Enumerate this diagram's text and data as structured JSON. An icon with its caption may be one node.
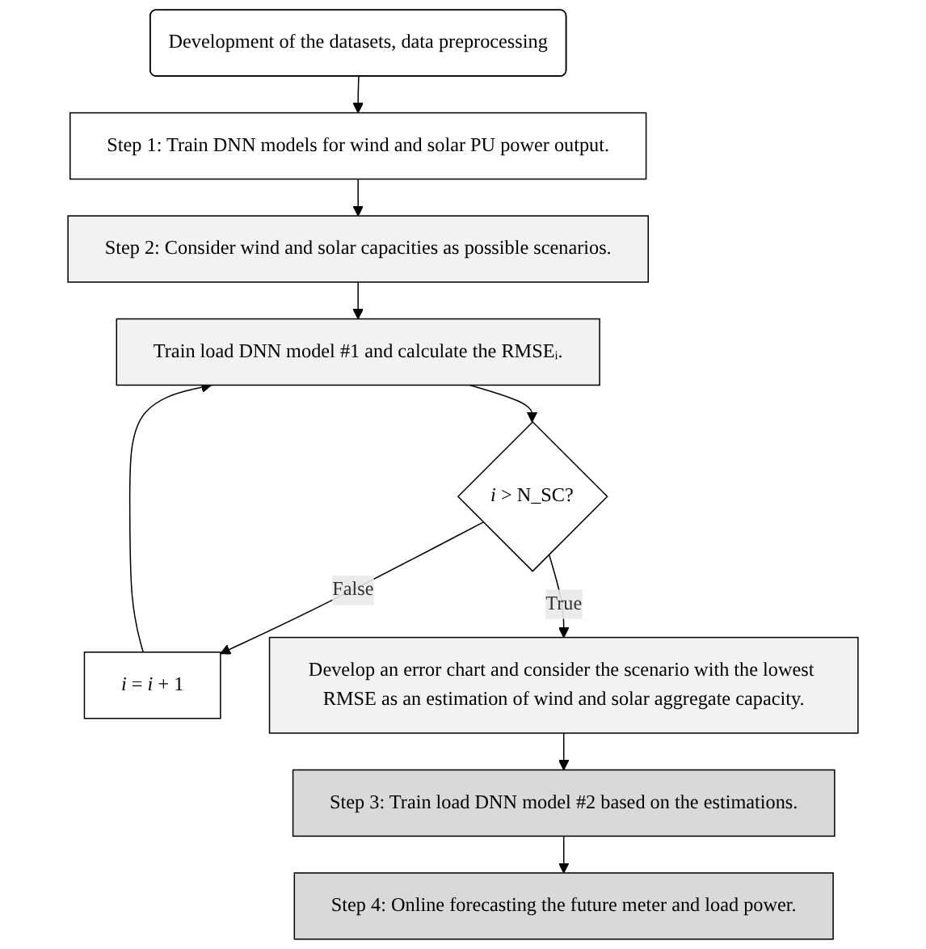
{
  "diagram": {
    "nodes": [
      {
        "text": [
          "Development of the datasets, data preprocessing"
        ]
      },
      {
        "text": [
          "Step 1: Train DNN models for wind and solar PU power output."
        ]
      },
      {
        "text": [
          "Step 2: Consider wind and solar capacities as possible scenarios."
        ]
      },
      {
        "text": [
          "Train load DNN model #1 and calculate the RMSEᵢ."
        ]
      },
      {
        "text": [
          "*i* > N_SC?"
        ]
      },
      {
        "text": [
          "*i* = *i* + 1"
        ]
      },
      {
        "text": [
          "Develop an error chart and consider the scenario with the lowest RMSE as an estimation of wind and solar aggregate capacity."
        ]
      },
      {
        "text": [
          "Step 3: Train load DNN model #2 based on the estimations."
        ]
      },
      {
        "text": [
          "Step 4: Online forecasting the future meter and load power."
        ]
      }
    ],
    "edges": [
      {
        "from": 0,
        "to": 1,
        "arrow": "to"
      },
      {
        "from": 1,
        "to": 2,
        "arrow": "to"
      },
      {
        "from": 2,
        "to": 3,
        "arrow": "to"
      },
      {
        "from": 3,
        "to": 4,
        "arrow": "to"
      },
      {
        "from": 4,
        "to": 5,
        "arrow": "to",
        "label": "False"
      },
      {
        "from": 5,
        "to": 3,
        "arrow": "to"
      },
      {
        "from": 4,
        "to": 6,
        "arrow": "to",
        "label": "True"
      },
      {
        "from": 6,
        "to": 7,
        "arrow": "to"
      },
      {
        "from": 7,
        "to": 8,
        "arrow": "to"
      }
    ]
  }
}
